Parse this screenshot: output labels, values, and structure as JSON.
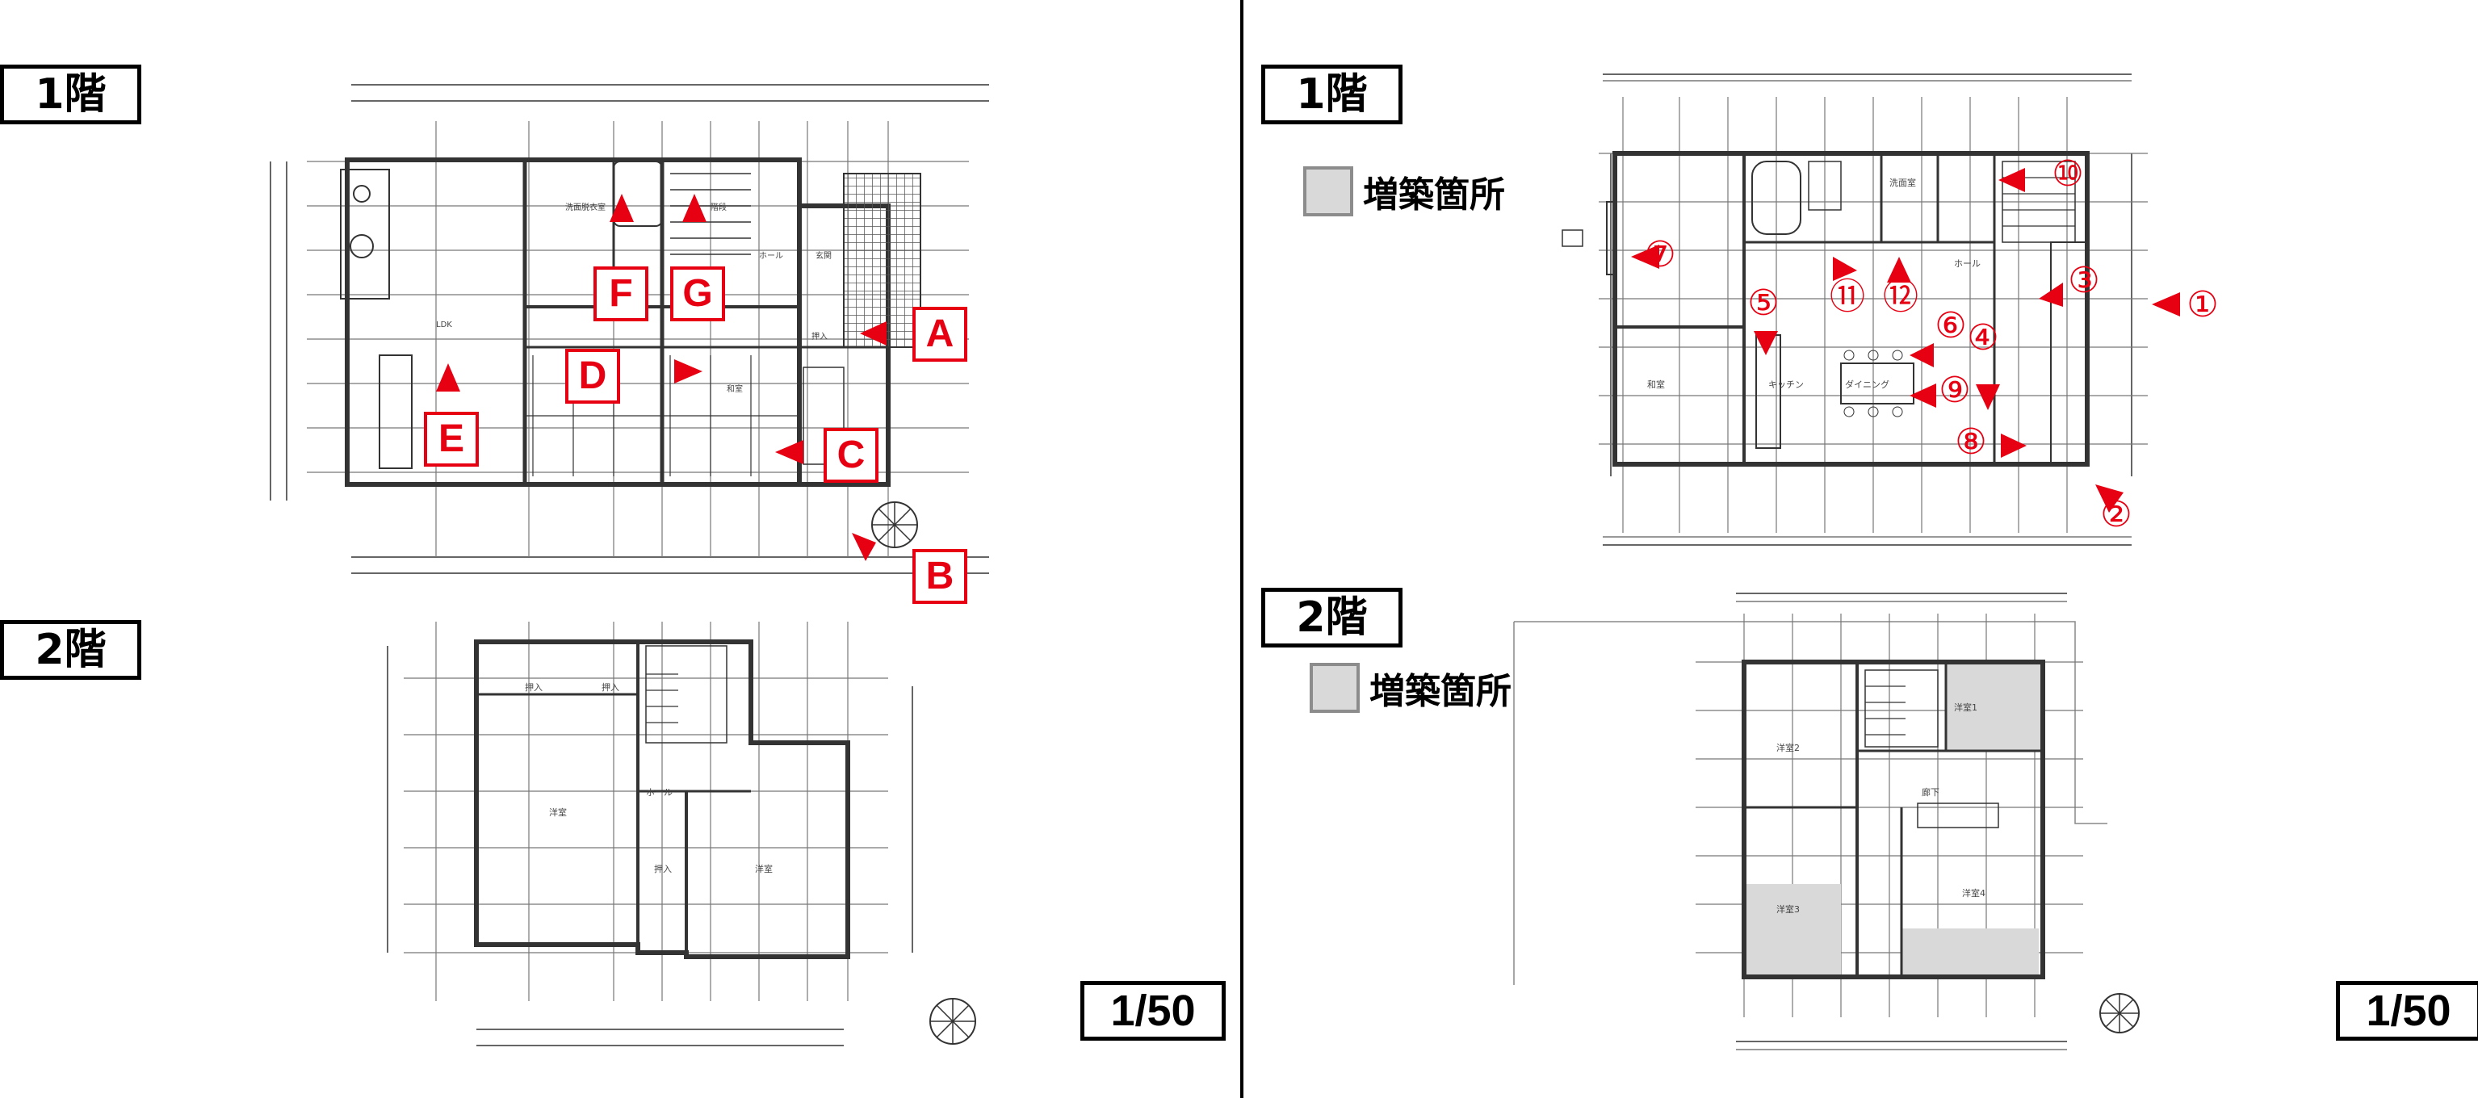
{
  "left_panel": {
    "floor1_label": "1階",
    "floor2_label": "2階",
    "scale": "1/50",
    "markers": [
      "A",
      "B",
      "C",
      "D",
      "E",
      "F",
      "G"
    ]
  },
  "right_panel": {
    "floor1_label": "1階",
    "floor2_label": "2階",
    "legend_floor1": "増築箇所",
    "legend_floor2": "増築箇所",
    "scale": "1/50",
    "markers": [
      "①",
      "②",
      "③",
      "④",
      "⑤",
      "⑥",
      "⑦",
      "⑧",
      "⑨",
      "⑩",
      "⑪",
      "⑫"
    ]
  },
  "colors": {
    "marker": "#e60012",
    "addition_fill": "#d9d9d9",
    "line": "#222222"
  }
}
